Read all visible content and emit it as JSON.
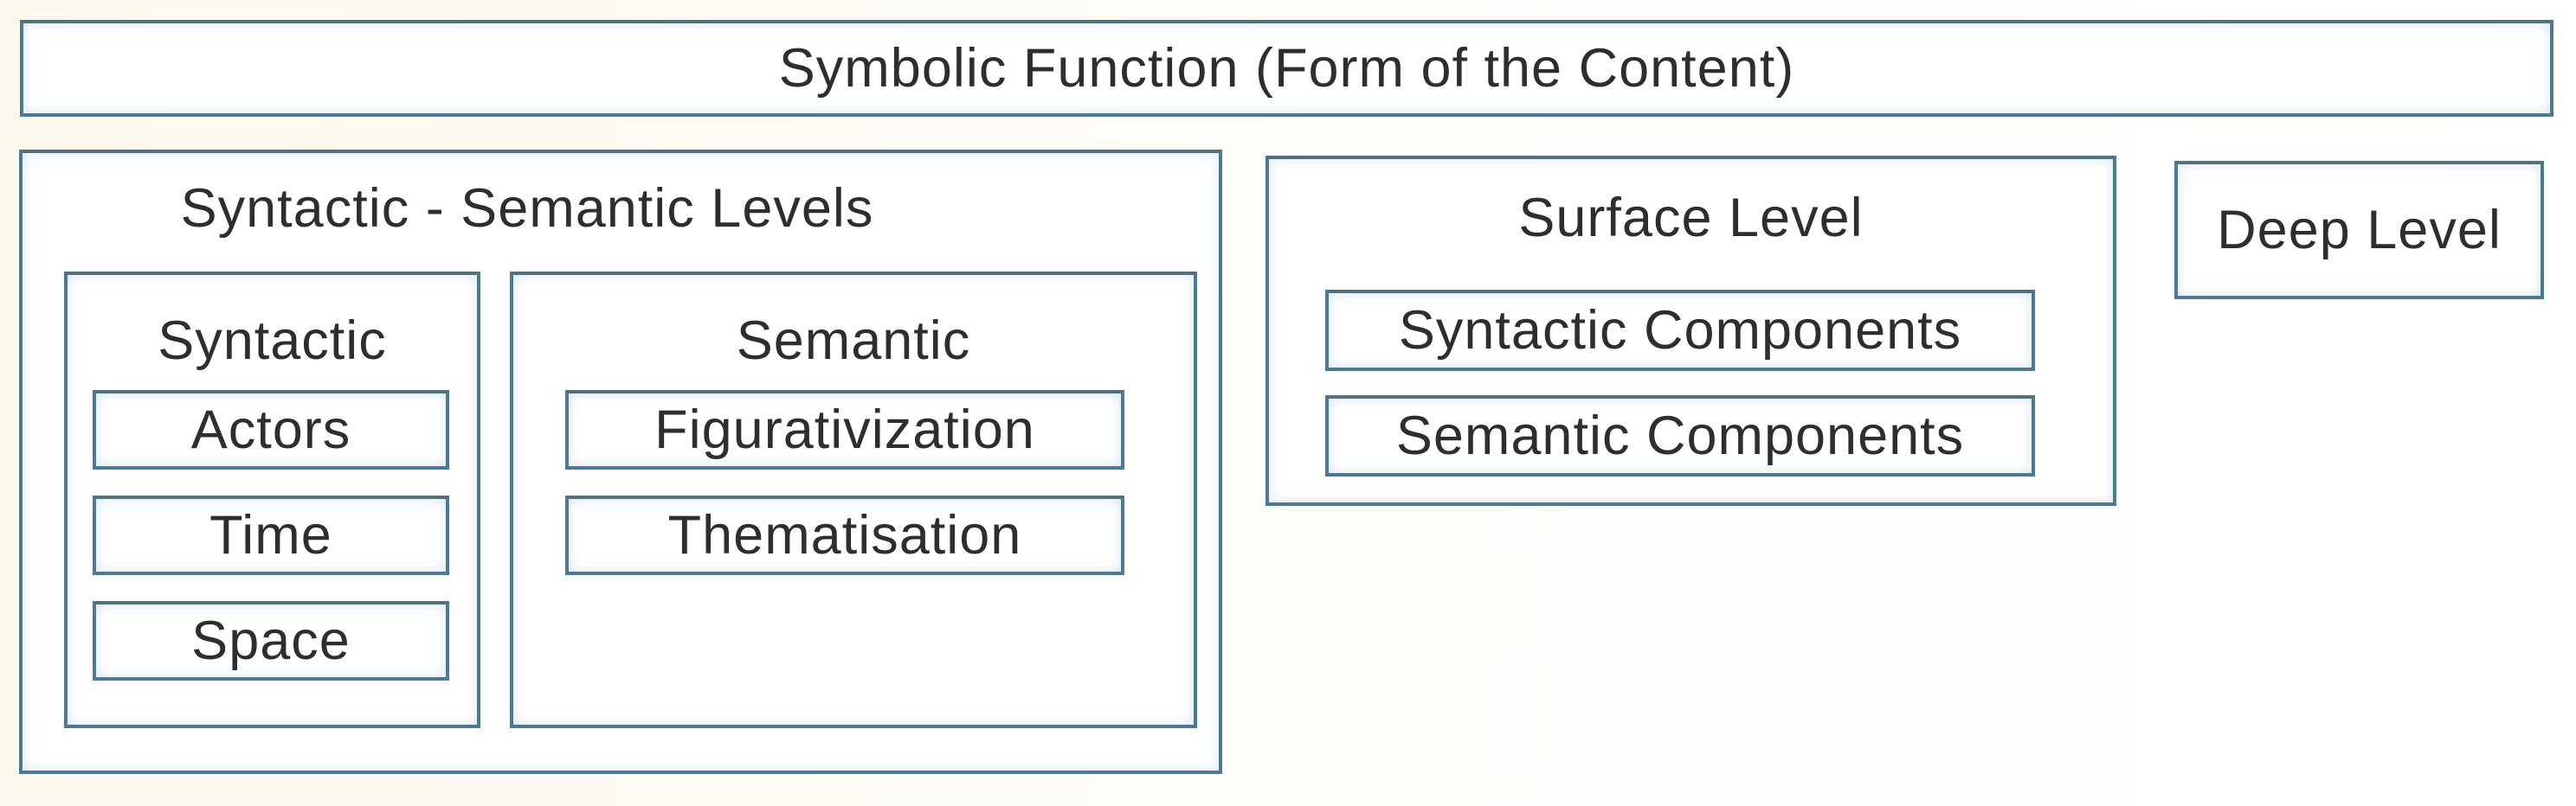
{
  "banner": {
    "label": "Symbolic Function (Form of the Content)"
  },
  "syntactic_semantic_group": {
    "title": "Syntactic - Semantic Levels",
    "syntactic_box": {
      "title": "Syntactic",
      "items": [
        "Actors",
        "Time",
        "Space"
      ]
    },
    "semantic_box": {
      "title": "Semantic",
      "items": [
        "Figurativization",
        "Thematisation"
      ]
    }
  },
  "surface_group": {
    "title": "Surface Level",
    "items": [
      "Syntactic Components",
      "Semantic Components"
    ]
  },
  "deep_group": {
    "title": "Deep Level"
  },
  "colors": {
    "border": "#4e7992",
    "text": "#2e2e2e",
    "box_fill": "#ffffff",
    "background_left": "#fcf8ec",
    "background_right": "#ffffff"
  }
}
